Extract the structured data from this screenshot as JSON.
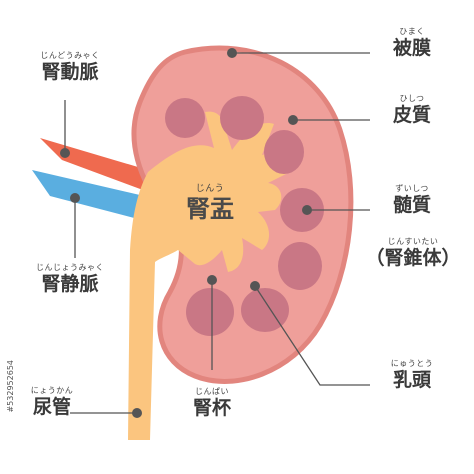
{
  "labels": {
    "renal_artery": {
      "ruby": "じんどうみゃく",
      "text": "腎動脈"
    },
    "renal_vein": {
      "ruby": "じんじょうみゃく",
      "text": "腎静脈"
    },
    "ureter": {
      "ruby": "にょうかん",
      "text": "尿管"
    },
    "renal_pelvis": {
      "ruby": "じんう",
      "text": "腎盂"
    },
    "renal_calyx": {
      "ruby": "じんぱい",
      "text": "腎杯"
    },
    "capsule": {
      "ruby": "ひまく",
      "text": "被膜"
    },
    "cortex": {
      "ruby": "ひしつ",
      "text": "皮質"
    },
    "medulla": {
      "ruby": "ずいしつ",
      "text": "髄質"
    },
    "pyramid": {
      "ruby": "じんすいたい",
      "text": "（腎錐体）"
    },
    "papilla": {
      "ruby": "にゅうとう",
      "text": "乳頭"
    }
  },
  "credit": "#532952654",
  "colors": {
    "capsule": "#e2857e",
    "cortex": "#ef9f9a",
    "medulla": "#c97785",
    "pelvis": "#fbc57f",
    "artery": "#ef6a4f",
    "vein": "#5aaee0",
    "leader": "#555555"
  }
}
